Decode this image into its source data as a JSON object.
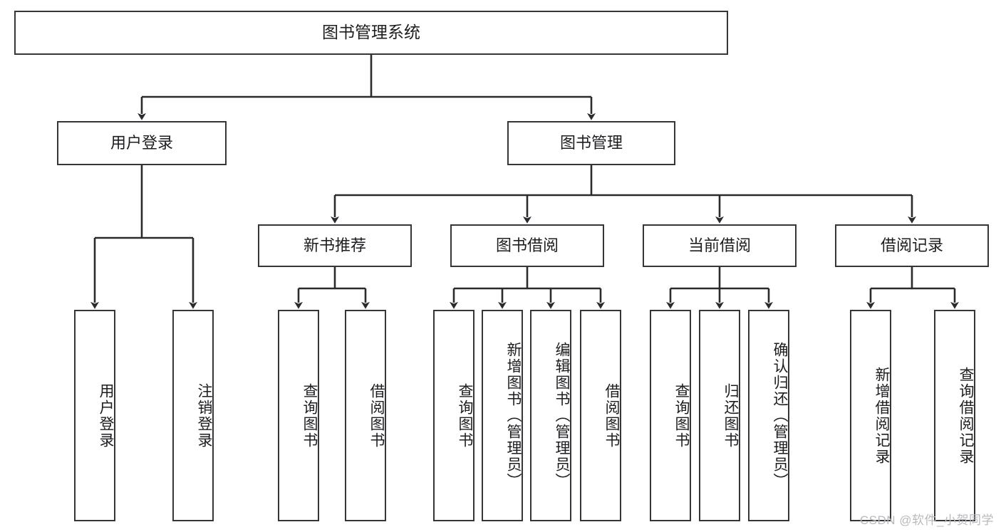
{
  "diagram": {
    "title": "图书管理系统",
    "type": "tree",
    "watermark": "CSDN @软件_小贺同学",
    "colors": {
      "node_border": "#35353a",
      "node_fill": "#ffffff",
      "connector": "#2b2b2f",
      "text": "#1d1d20",
      "watermark": "#b9b9bd",
      "background": "#ffffff"
    },
    "nodes": {
      "root": {
        "label": "图书管理系统"
      },
      "level2": [
        {
          "label": "用户登录"
        },
        {
          "label": "图书管理"
        }
      ],
      "level3": [
        {
          "label": "新书推荐"
        },
        {
          "label": "图书借阅"
        },
        {
          "label": "当前借阅"
        },
        {
          "label": "借阅记录"
        }
      ],
      "leaves": [
        {
          "label": "用户登录",
          "parent": "用户登录"
        },
        {
          "label": "注销登录",
          "parent": "用户登录"
        },
        {
          "label": "查询图书",
          "parent": "新书推荐"
        },
        {
          "label": "借阅图书",
          "parent": "新书推荐"
        },
        {
          "label": "查询图书",
          "parent": "图书借阅"
        },
        {
          "label": "新增图书（管理员）",
          "parent": "图书借阅"
        },
        {
          "label": "编辑图书（管理员）",
          "parent": "图书借阅"
        },
        {
          "label": "借阅图书",
          "parent": "图书借阅"
        },
        {
          "label": "查询图书",
          "parent": "当前借阅"
        },
        {
          "label": "归还图书",
          "parent": "当前借阅"
        },
        {
          "label": "确认归还（管理员）",
          "parent": "当前借阅"
        },
        {
          "label": "新增借阅记录",
          "parent": "借阅记录"
        },
        {
          "label": "查询借阅记录",
          "parent": "借阅记录"
        }
      ]
    }
  }
}
